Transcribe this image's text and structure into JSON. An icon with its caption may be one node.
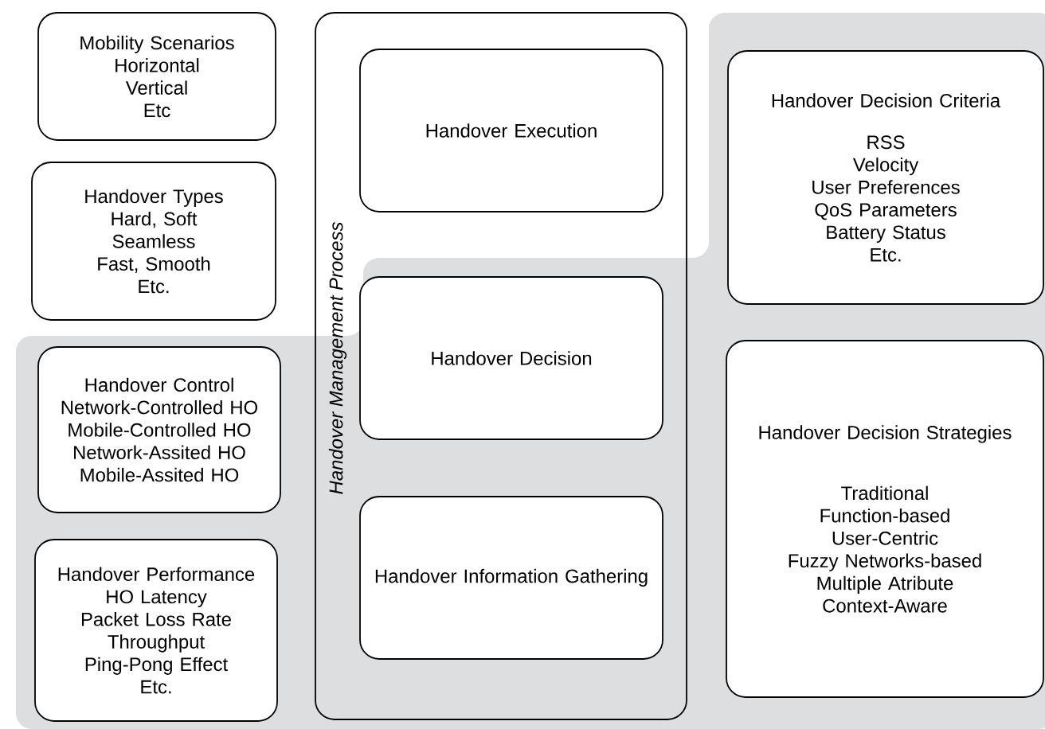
{
  "diagram": {
    "nodes": [
      {
        "text": [
          "Mobility Scenarios",
          "Horizontal",
          "Vertical",
          "Etc"
        ]
      },
      {
        "text": [
          "Handover Types",
          "Hard, Soft",
          "Seamless",
          "Fast, Smooth",
          "Etc."
        ]
      },
      {
        "text": [
          "Handover Control",
          "Network-Controlled HO",
          "Mobile-Controlled HO",
          "Network-Assited HO",
          "Mobile-Assited HO"
        ]
      },
      {
        "text": [
          "Handover Performance",
          "HO Latency",
          "Packet Loss Rate",
          "Throughput",
          "Ping-Pong Effect",
          "Etc."
        ]
      },
      {
        "text": [
          "Handover Management Process"
        ]
      },
      {
        "text": [
          "Handover Execution"
        ],
        "in": 4
      },
      {
        "text": [
          "Handover Decision"
        ],
        "in": 4
      },
      {
        "text": [
          "Handover Information Gathering"
        ],
        "in": 4
      },
      {
        "text": [
          "Handover Decision Criteria",
          "RSS",
          "Velocity",
          "User Preferences",
          "QoS Parameters",
          "Battery Status",
          "Etc."
        ]
      },
      {
        "text": [
          "Handover Decision Strategies",
          "Traditional",
          "Function-based",
          "User-Centric",
          "Fuzzy Networks-based",
          "Multiple Atribute",
          "Context-Aware"
        ]
      }
    ]
  }
}
